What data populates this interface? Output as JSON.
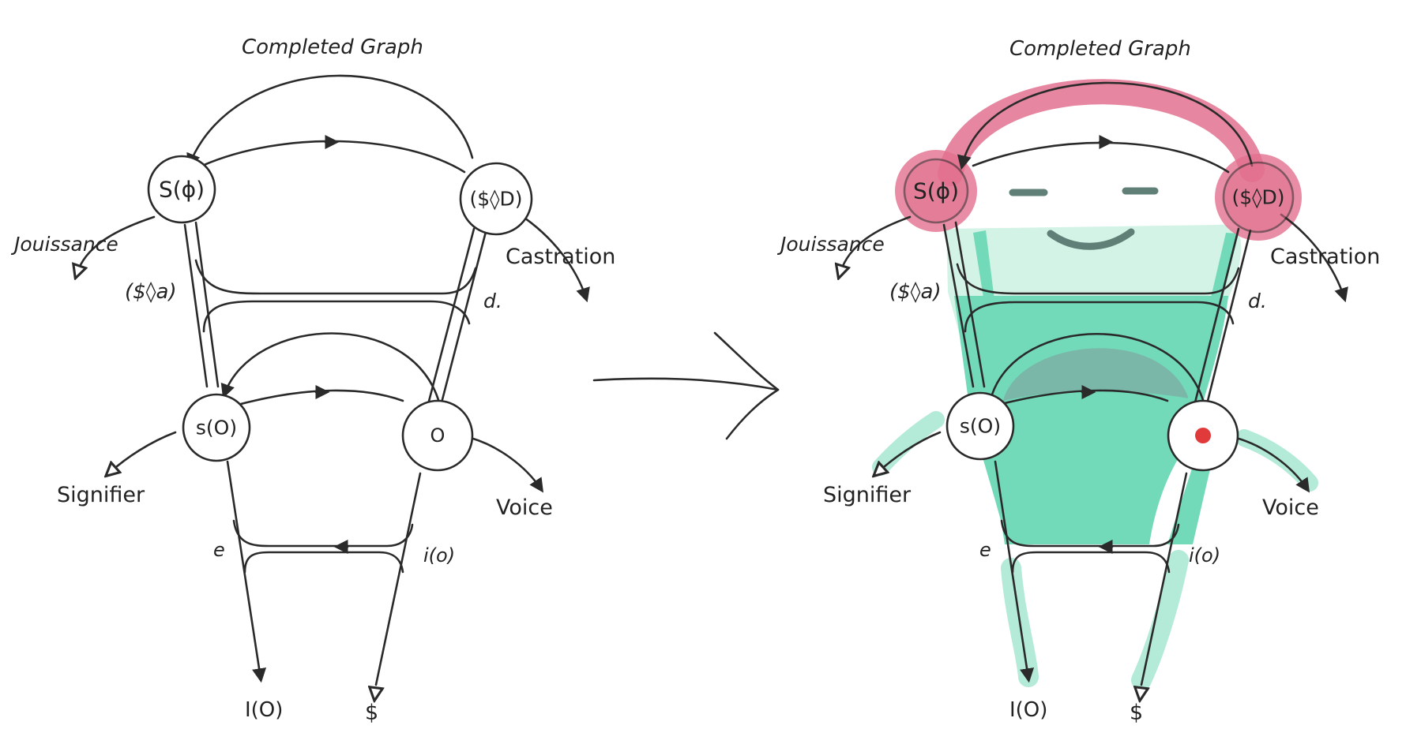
{
  "diagrams": {
    "left": {
      "title": "Completed Graph",
      "nodes": {
        "s_phi": "S(ϕ)",
        "s_d": "($◊D)",
        "s_o": "s(O)",
        "o": "O"
      },
      "labels": {
        "jouissance": "Jouissance",
        "castration": "Castration",
        "s_a": "($◊a)",
        "d": "d.",
        "signifier": "Signifier",
        "voice": "Voice",
        "e": "e",
        "i_o": "i(o)",
        "big_i": "I(O)",
        "subject": "$"
      }
    },
    "right": {
      "title": "Completed Graph",
      "nodes": {
        "s_phi": "S(ϕ)",
        "s_d": "($◊D)",
        "s_o": "s(O)"
      },
      "labels": {
        "jouissance": "Jouissance",
        "castration": "Castration",
        "s_a": "($◊a)",
        "d": "d.",
        "signifier": "Signifier",
        "voice": "Voice",
        "e": "e",
        "i_o": "i(o)",
        "big_i": "I(O)",
        "subject": "$"
      }
    }
  },
  "colors": {
    "ink": "#2a2a2a",
    "face_light": "#d3f3e6",
    "body_green": "#72dab9",
    "belly_dark": "#7ab7a8",
    "headphone_pink": "#e2718f",
    "red_dot": "#e03a3a"
  }
}
